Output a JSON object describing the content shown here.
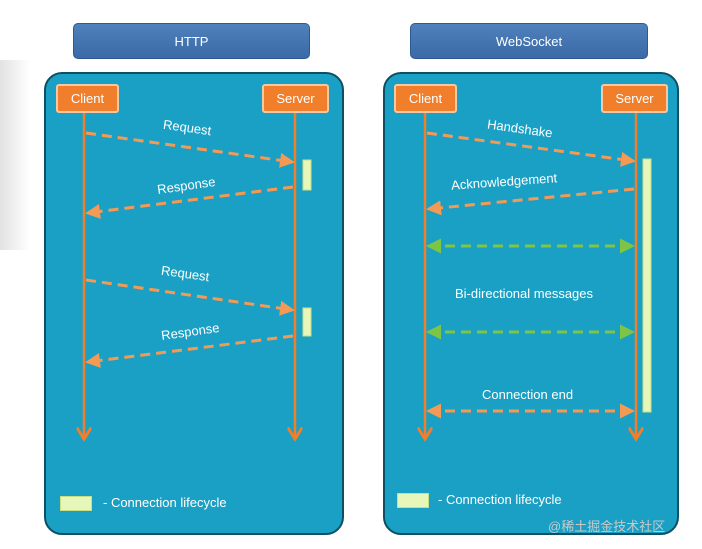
{
  "http": {
    "title": "HTTP",
    "client": "Client",
    "server": "Server",
    "messages": [
      "Request",
      "Response",
      "Request",
      "Response"
    ],
    "legend": "- Connection lifecycle"
  },
  "websocket": {
    "title": "WebSocket",
    "client": "Client",
    "server": "Server",
    "messages": [
      "Handshake",
      "Acknowledgement",
      "Bi-directional messages",
      "Connection end"
    ],
    "legend": "- Connection lifecycle"
  },
  "colors": {
    "panel": "#1aa0c4",
    "actor": "#f07e2a",
    "arrow_orange": "#f59a55",
    "arrow_green": "#7ec545",
    "lifecycle": "#e7f6b9",
    "title_box": "#4f81bd"
  },
  "watermark": "@稀土掘金技术社区"
}
